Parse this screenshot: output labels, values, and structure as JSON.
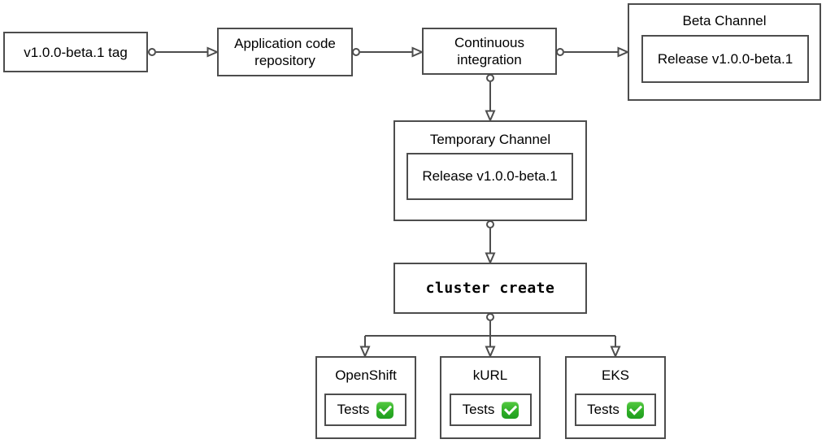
{
  "diagram": {
    "background_color": "#ffffff",
    "stroke_color": "#4d4d4d",
    "text_color": "#000000",
    "check_green_color": "#2fae27",
    "nodes": {
      "tag": {
        "label": "v1.0.0-beta.1 tag"
      },
      "app_repo": {
        "label": "Application code repository"
      },
      "ci": {
        "label": "Continuous integration"
      },
      "beta_channel": {
        "title": "Beta Channel",
        "release_label": "Release v1.0.0-beta.1"
      },
      "temp_channel": {
        "title": "Temporary Channel",
        "release_label": "Release v1.0.0-beta.1"
      },
      "cluster_create": {
        "label": "cluster create"
      }
    },
    "clusters": [
      {
        "title": "OpenShift",
        "tests_label": "Tests",
        "status_icon": "✅"
      },
      {
        "title": "kURL",
        "tests_label": "Tests",
        "status_icon": "✅"
      },
      {
        "title": "EKS",
        "tests_label": "Tests",
        "status_icon": "✅"
      }
    ]
  }
}
